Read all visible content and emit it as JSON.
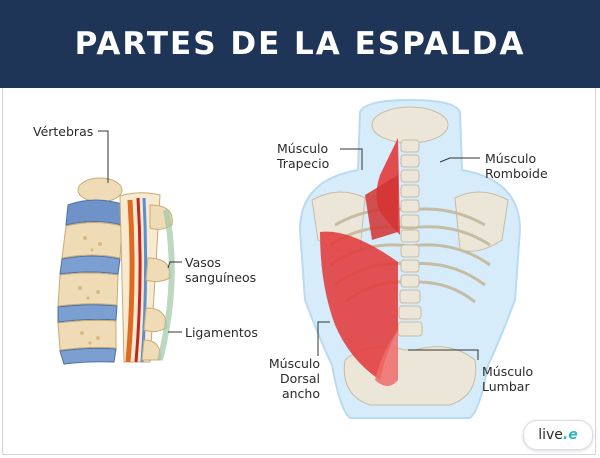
{
  "header": {
    "title": "PARTES DE LA ESPALDA"
  },
  "labels": {
    "vertebras": "Vértebras",
    "vasos_1": "Vasos",
    "vasos_2": "sanguíneos",
    "ligamentos": "Ligamentos",
    "trapecio_1": "Músculo",
    "trapecio_2": "Trapecio",
    "romboide_1": "Músculo",
    "romboide_2": "Romboide",
    "dorsal_1": "Músculo",
    "dorsal_2": "Dorsal ancho",
    "lumbar_1": "Músculo",
    "lumbar_2": "Lumbar"
  },
  "logo": {
    "text": "live",
    "accent": "e",
    "dot": "."
  },
  "colors": {
    "header_bg": "#1f3558",
    "muscle": "#e23b3b",
    "bone": "#f1e3c4",
    "disc": "#7a9fd0",
    "body_outline": "#cfe6f6"
  }
}
